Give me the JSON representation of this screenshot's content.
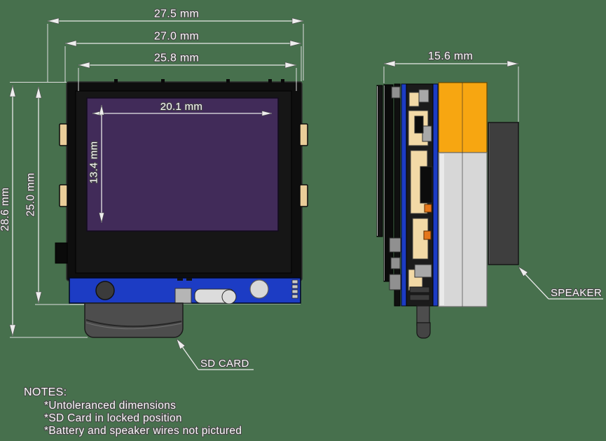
{
  "view": {
    "front": {
      "dim_width_outer": "27.5 mm",
      "dim_width_body": "27.0 mm",
      "dim_width_bezel": "25.8 mm",
      "dim_screen_width": "20.1 mm",
      "dim_screen_height": "13.4 mm",
      "dim_height_outer": "28.6 mm",
      "dim_height_body": "25.0 mm",
      "sd_card_label": "SD CARD"
    },
    "side": {
      "dim_depth": "15.6 mm",
      "speaker_label": "SPEAKER"
    }
  },
  "notes": {
    "title": "NOTES:",
    "items": [
      "*Untoleranced dimensions",
      "*SD Card in locked position",
      "*Battery and speaker wires not pictured"
    ]
  },
  "colors": {
    "background": "#47704d",
    "body_black": "#0e0e0e",
    "screen_purple": "#412b59",
    "pcb_blue": "#1c3cc4",
    "button_tan": "#e9cd99",
    "battery_orange": "#f7a611",
    "battery_silver": "#d7d7d7",
    "speaker_gray": "#3e3e3e",
    "sd_card_gray": "#4d4d4d",
    "dimension_line": "#e9e9e9",
    "text_fill": "#fbfbfb"
  }
}
